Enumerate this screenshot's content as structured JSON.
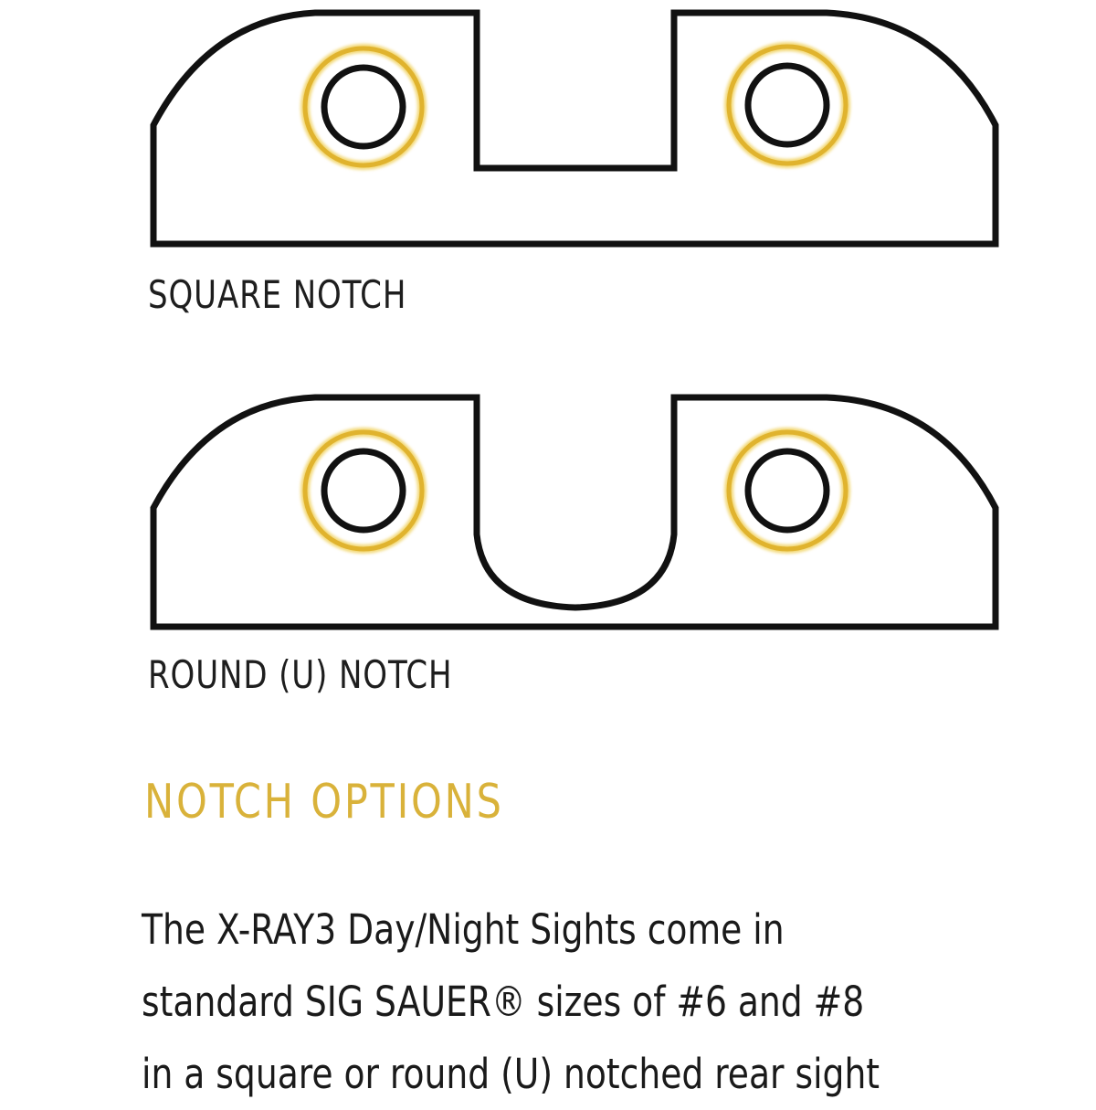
{
  "diagram": {
    "colors": {
      "outline": "#111111",
      "glow_ring": "#e0b32e",
      "background": "#ffffff"
    },
    "sights": [
      {
        "id": "square",
        "label": "SQUARE NOTCH",
        "notch_type": "square",
        "dots": 2
      },
      {
        "id": "round",
        "label": "ROUND (U) NOTCH",
        "notch_type": "round",
        "dots": 2
      }
    ]
  },
  "section": {
    "heading": "NOTCH OPTIONS",
    "heading_color": "#d9b23a",
    "body_lines": [
      "The X-RAY3 Day/Night Sights come in",
      "standard SIG SAUER® sizes of #6 and #8",
      "in a square or round (U) notched rear sight"
    ]
  }
}
